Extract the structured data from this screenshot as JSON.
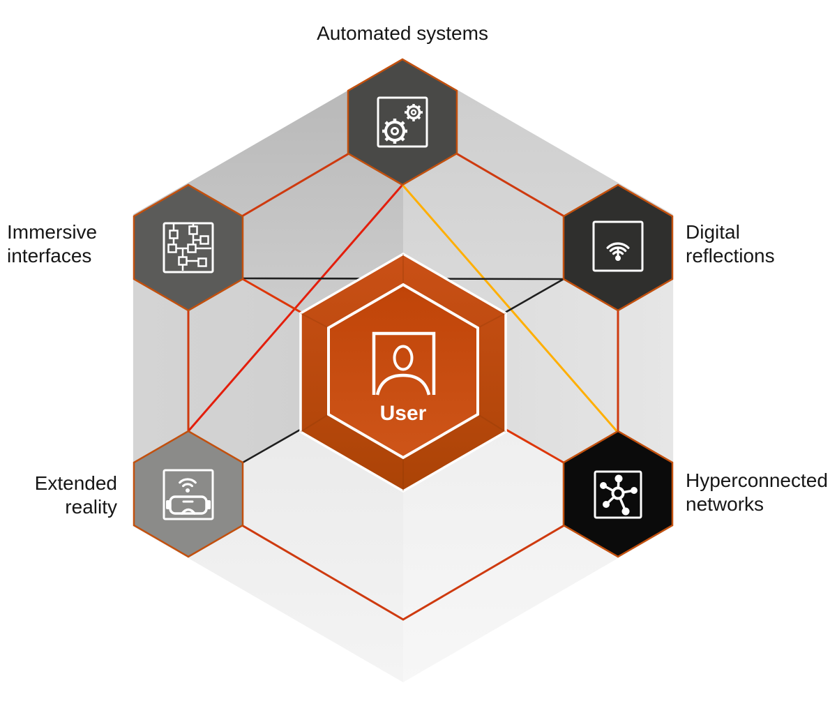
{
  "diagram": {
    "title": "User-centered technology hexagon diagram",
    "center": {
      "id": "user",
      "label": "User",
      "icon": "person-icon",
      "fill_outer": "#b54a0e",
      "fill_inner": "#c64a10"
    },
    "nodes": [
      {
        "id": "automated-systems",
        "label": "Automated systems",
        "icon": "gears-icon",
        "fill": "#494947",
        "position": "top"
      },
      {
        "id": "immersive-interfaces",
        "label": "Immersive interfaces",
        "icon": "circuit-nodes-icon",
        "fill": "#5b5b59",
        "position": "upper-left"
      },
      {
        "id": "digital-reflections",
        "label": "Digital reflections",
        "icon": "wifi-antenna-icon",
        "fill": "#2f2f2d",
        "position": "upper-right"
      },
      {
        "id": "extended-reality",
        "label": "Extended reality",
        "icon": "vr-headset-icon",
        "fill": "#8b8b89",
        "position": "lower-left"
      },
      {
        "id": "hyperconnected-networks",
        "label": "Hyperconnected networks",
        "icon": "network-hub-icon",
        "fill": "#0b0b0b",
        "position": "lower-right"
      }
    ],
    "connections": [
      {
        "from": "immersive-interfaces",
        "to": "automated-systems",
        "color": "#ce3a0f",
        "style": "ring"
      },
      {
        "from": "automated-systems",
        "to": "digital-reflections",
        "color": "#ce3a0f",
        "style": "ring"
      },
      {
        "from": "digital-reflections",
        "to": "hyperconnected-networks",
        "color": "#ce3a0f",
        "style": "ring"
      },
      {
        "from": "hyperconnected-networks",
        "to": "bottom-vertex",
        "color": "#ce3a0f",
        "style": "ring"
      },
      {
        "from": "bottom-vertex",
        "to": "extended-reality",
        "color": "#ce3a0f",
        "style": "ring"
      },
      {
        "from": "extended-reality",
        "to": "immersive-interfaces",
        "color": "#ce3a0f",
        "style": "ring"
      },
      {
        "from": "automated-systems",
        "to": "extended-reality",
        "color": "#e31e0c",
        "style": "diagonal"
      },
      {
        "from": "automated-systems",
        "to": "hyperconnected-networks",
        "color": "#ffaf03",
        "style": "diagonal"
      },
      {
        "from": "immersive-interfaces",
        "to": "digital-reflections",
        "color": "#1f1f1f",
        "style": "diagonal"
      },
      {
        "from": "extended-reality",
        "to": "digital-reflections",
        "color": "#1f1f1f",
        "style": "diagonal"
      },
      {
        "from": "immersive-interfaces",
        "to": "hyperconnected-networks",
        "color": "#dd3608",
        "style": "diagonal"
      }
    ],
    "accent_colors": {
      "node_border": "#c2500e",
      "ring_line": "#ce3a0f",
      "red_line": "#e31e0c",
      "amber_line": "#ffaf03",
      "black_line": "#1f1f1f",
      "orange_line": "#dd3608",
      "icon_stroke": "#ffffff"
    }
  }
}
